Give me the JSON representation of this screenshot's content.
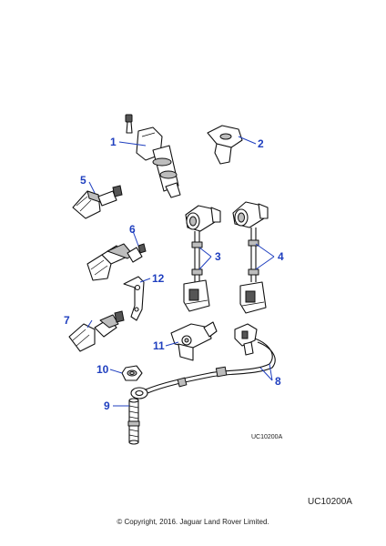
{
  "callouts": [
    {
      "id": "1",
      "label": "1"
    },
    {
      "id": "2",
      "label": "2"
    },
    {
      "id": "3",
      "label": "3"
    },
    {
      "id": "4",
      "label": "4"
    },
    {
      "id": "5",
      "label": "5"
    },
    {
      "id": "6",
      "label": "6"
    },
    {
      "id": "7",
      "label": "7"
    },
    {
      "id": "8",
      "label": "8"
    },
    {
      "id": "9",
      "label": "9"
    },
    {
      "id": "10",
      "label": "10"
    },
    {
      "id": "11",
      "label": "11"
    },
    {
      "id": "12",
      "label": "12"
    }
  ],
  "diagram_ref_small": "UC10200A",
  "diagram_ref": "UC10200A",
  "copyright": "© Copyright, 2016. Jaguar Land Rover Limited.",
  "colors": {
    "callout": "#1f3fbf",
    "line": "#111111",
    "shade": "#bdbdbd"
  }
}
